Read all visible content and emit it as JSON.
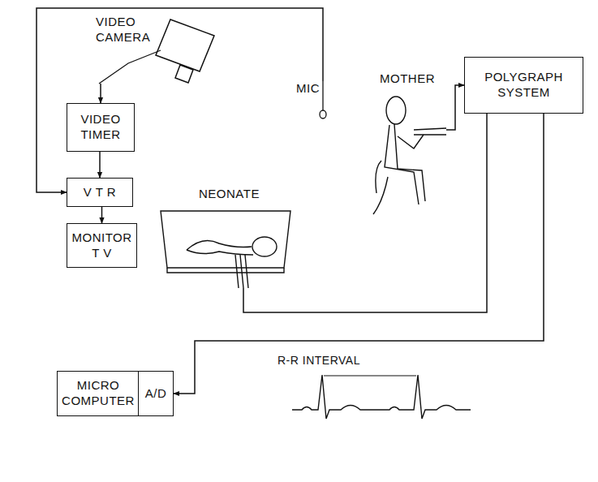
{
  "diagram": {
    "nodes": [
      {
        "text": [
          "VIDEO CAMERA"
        ]
      },
      {
        "text": [
          "VIDEO TIMER"
        ]
      },
      {
        "text": [
          "V T R"
        ]
      },
      {
        "text": [
          "MONITOR T V"
        ]
      },
      {
        "text": [
          "MIC"
        ]
      },
      {
        "text": [
          "MOTHER"
        ]
      },
      {
        "text": [
          "POLYGRAPH SYSTEM"
        ]
      },
      {
        "text": [
          "NEONATE"
        ]
      },
      {
        "text": [
          "MICRO COMPUTER"
        ]
      },
      {
        "text": [
          "A/D"
        ]
      }
    ],
    "edges": [
      {
        "from": 0,
        "to": 1,
        "arrow": "to"
      },
      {
        "from": 1,
        "to": 2,
        "arrow": "to"
      },
      {
        "from": 2,
        "to": 3,
        "arrow": "to"
      },
      {
        "from": 4,
        "to": 2,
        "arrow": "to"
      },
      {
        "from": 5,
        "to": 6,
        "arrow": "to"
      },
      {
        "from": 7,
        "to": 6,
        "arrow": "none"
      },
      {
        "from": 6,
        "to": 9,
        "arrow": "to"
      }
    ],
    "labels": [
      "R-R INTERVAL"
    ]
  }
}
